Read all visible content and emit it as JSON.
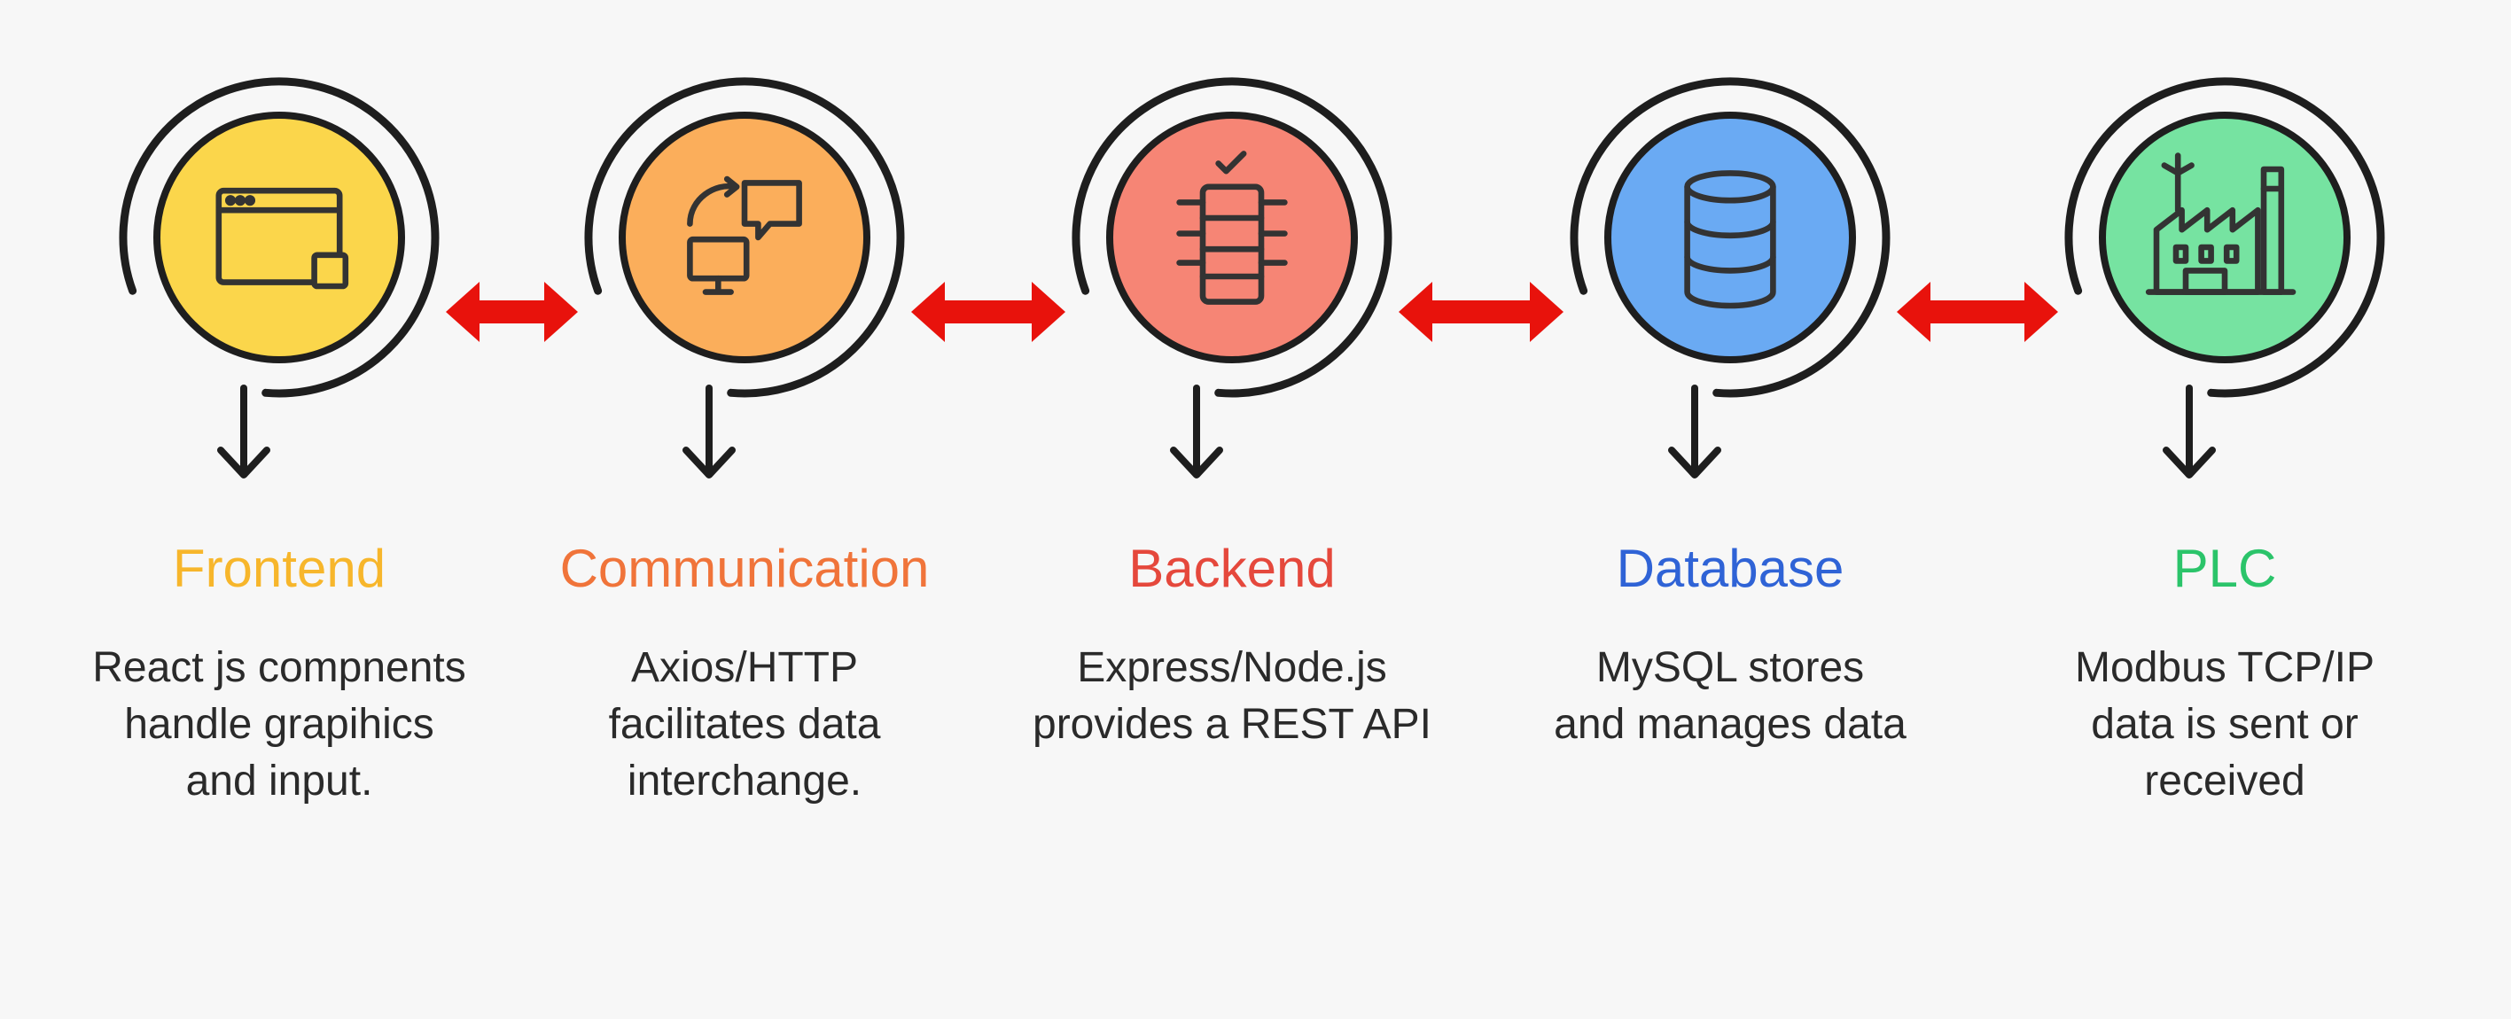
{
  "stages": [
    {
      "title": "Frontend",
      "description": "React js compnents\nhandle grapihics\nand input.",
      "icon": "browser-window-icon",
      "fill": "#FBD64B",
      "title_color": "#F7B62B"
    },
    {
      "title": "Communication",
      "description": "Axios/HTTP\nfacilitates data\ninterchange.",
      "icon": "chat-monitor-icon",
      "fill": "#FBAE5B",
      "title_color": "#F0743A"
    },
    {
      "title": "Backend",
      "description": "Express/Node.js\nprovides a REST API",
      "icon": "server-stack-icon",
      "fill": "#F68575",
      "title_color": "#E5483C"
    },
    {
      "title": "Database",
      "description": "MySQL stores\nand manages data",
      "icon": "database-icon",
      "fill": "#6AAAF3",
      "title_color": "#2F63D6"
    },
    {
      "title": "PLC",
      "description": "Modbus TCP/IP\ndata is sent or\nreceived",
      "icon": "factory-icon",
      "fill": "#76E3A1",
      "title_color": "#2BC46A"
    }
  ],
  "connector_color": "#E8120C"
}
